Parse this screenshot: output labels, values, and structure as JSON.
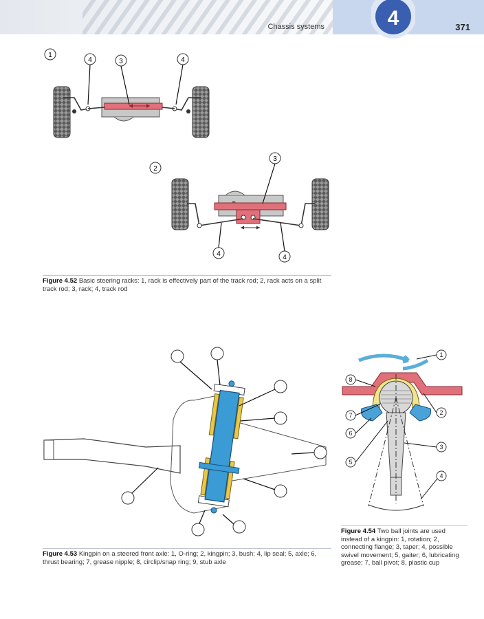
{
  "header": {
    "section_title": "Chassis systems",
    "chapter_number": "4",
    "page_number": "371"
  },
  "figure_4_52": {
    "panel_1_label": "1",
    "panel_2_label": "2",
    "callouts_top": [
      "4",
      "3",
      "4"
    ],
    "callouts_bottom": [
      "3",
      "4",
      "4"
    ],
    "caption_number": "Figure 4.52",
    "caption_text": "Basic steering racks: 1, rack is effectively part of the track rod; 2, rack acts on a split track rod; 3, rack; 4, track rod"
  },
  "figure_4_53": {
    "caption_number": "Figure 4.53",
    "caption_text": "Kingpin on a steered front axle: 1, O-ring; 2, kingpin; 3, bush; 4, lip seal; 5, axle; 6, thrust bearing; 7, grease nipple; 8, circlip/snap ring; 9, stub axle"
  },
  "figure_4_54": {
    "callouts": [
      "1",
      "8",
      "2",
      "7",
      "6",
      "3",
      "5",
      "4"
    ],
    "caption_number": "Figure 4.54",
    "caption_text": "Two ball joints are used instead of a kingpin: 1, rotation; 2, connecting flange; 3, taper; 4, possible swivel movement; 5, gaiter; 6, lubricating grease; 7, ball pivot; 8, plastic cup"
  },
  "colors": {
    "rack_red": "#e0707a",
    "housing_grey": "#c8c8c8",
    "kingpin_blue": "#3a9bd5",
    "bush_yellow": "#e8c84a",
    "gaiter_blue": "#4aa3d8",
    "cup_yellow": "#f2e48a",
    "header_blue": "#c9d7ee",
    "chapter_blue": "#3a5fb0"
  }
}
